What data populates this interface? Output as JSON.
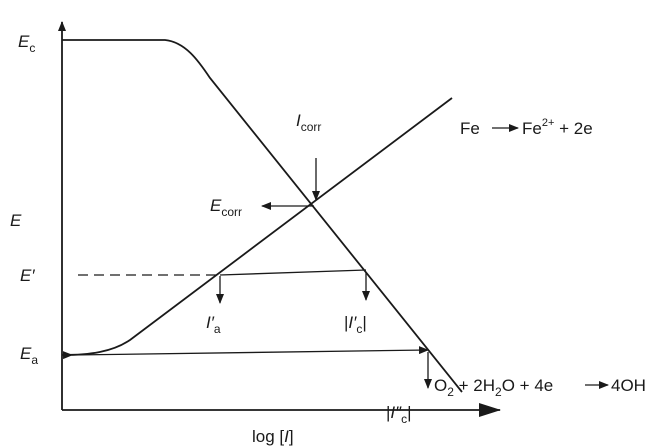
{
  "figure": {
    "axes": {
      "y_label": "E",
      "x_label": "log [",
      "x_label_var": "I",
      "x_label_close": "]"
    },
    "levels": {
      "Ec": {
        "main": "E",
        "sub": "c"
      },
      "Ecorr": {
        "main": "E",
        "sub": "corr"
      },
      "Eprime": "E′",
      "Ea": {
        "main": "E",
        "sub": "a"
      }
    },
    "currents": {
      "Icorr": {
        "main": "I",
        "sub": "corr"
      },
      "Ia_prime": {
        "main": "I′",
        "sub": "a"
      },
      "Ic_prime": {
        "open": "|",
        "main": "I′",
        "sub": "c",
        "close": "|"
      },
      "Ic_dprime": {
        "open": "|",
        "main": "I″",
        "sub": "c",
        "close": "|"
      }
    },
    "reactions": {
      "anodic": {
        "lhs": "Fe",
        "rhs": "Fe",
        "sup": "2+",
        "tail": " + 2e"
      },
      "cathodic": {
        "p1": "O",
        "s1": "2",
        "p2": " + 2H",
        "s2": "2",
        "p3": "O + 4e",
        "rhs": "4OH"
      }
    }
  }
}
